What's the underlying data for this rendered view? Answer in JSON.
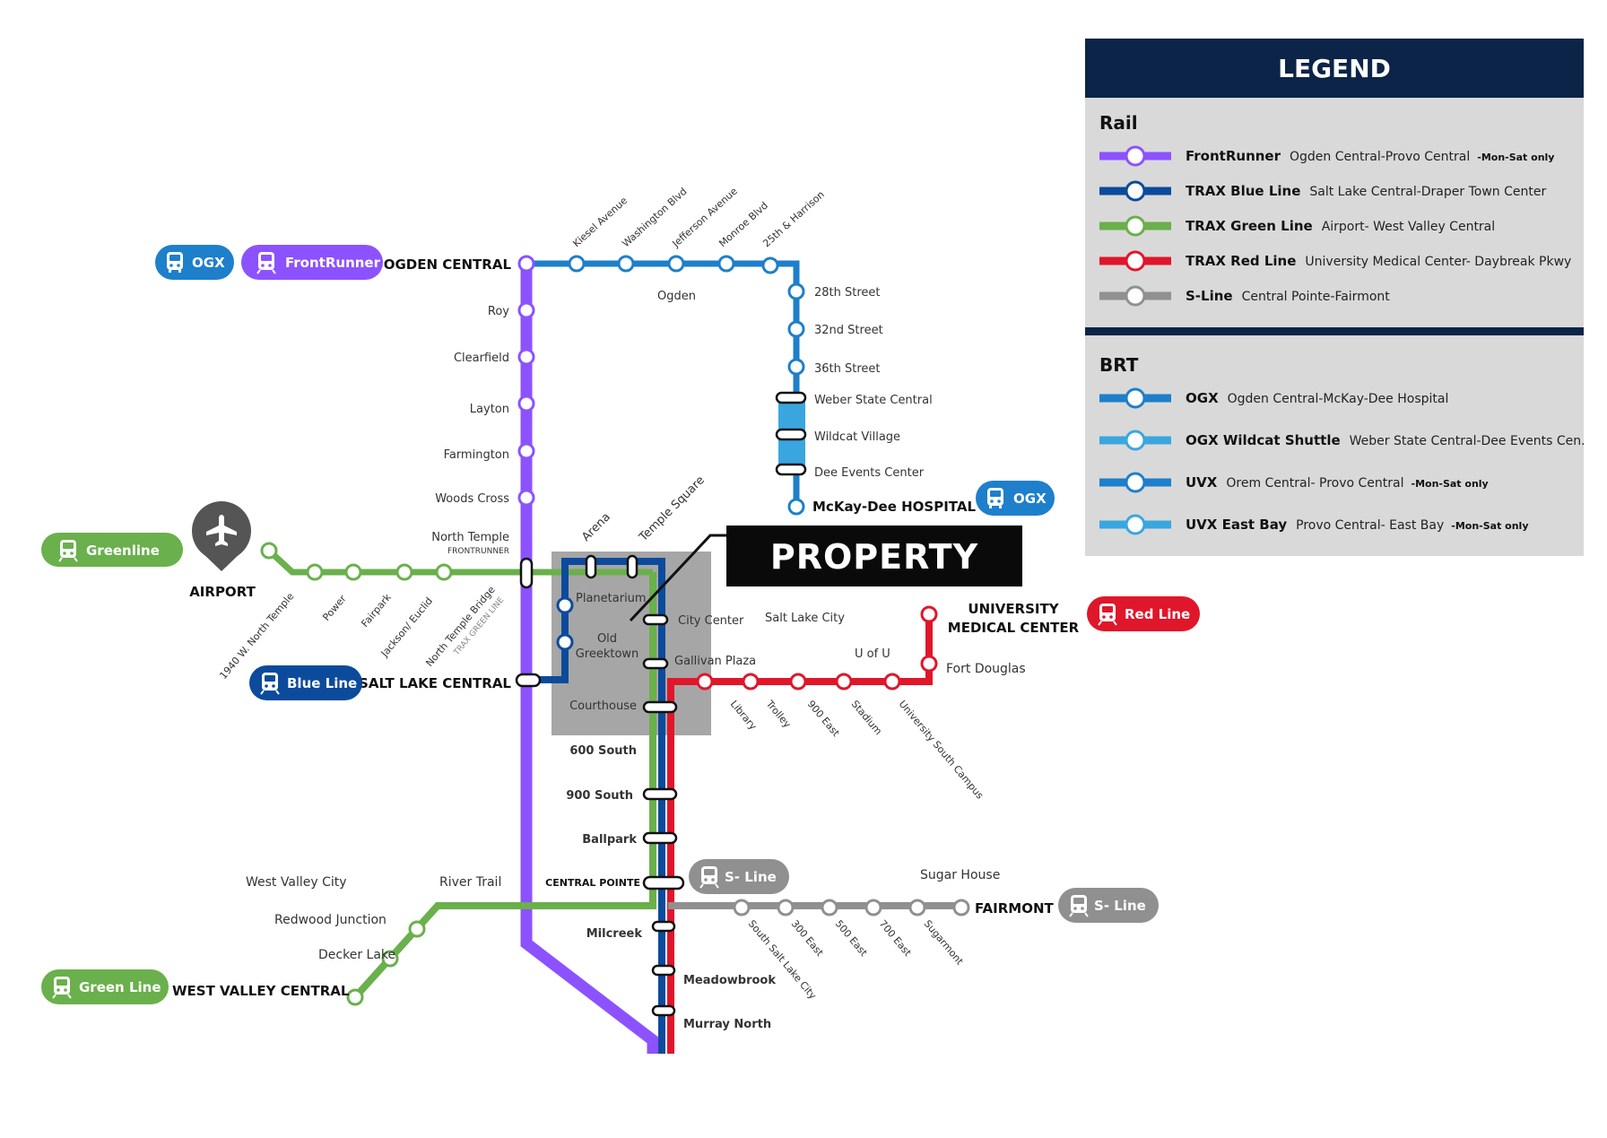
{
  "colors": {
    "frontrunner": "#8c52ff",
    "blue": "#0c4b9c",
    "green": "#6ab04c",
    "red": "#e0162b",
    "sline": "#909090",
    "ogx": "#1e7fcb",
    "ogx_shuttle": "#3aa6e0",
    "legend_header": "#0b2447",
    "legend_bg": "#d9d9d9",
    "property_bg": "#0a0a0a",
    "downtown_box": "#a6a6a6"
  },
  "pills": {
    "ogx_top": "OGX",
    "frontrunner": "FrontRunner",
    "greenline": "Greenline",
    "blue_line": "Blue Line",
    "ogx_right": "OGX",
    "red_line": "Red Line",
    "s_line_1": "S- Line",
    "s_line_2": "S- Line",
    "green_line_bottom": "Green Line"
  },
  "stations": {
    "ogden_central": "OGDEN CENTRAL",
    "roy": "Roy",
    "clearfield": "Clearfield",
    "layton": "Layton",
    "farmington": "Farmington",
    "woods_cross": "Woods Cross",
    "north_temple": "North Temple",
    "north_temple_sub": "FRONTRUNNER",
    "salt_lake_central": "SALT LAKE CENTRAL",
    "kiesel": "Kiesel Avenue",
    "washington": "Washington Blvd",
    "jefferson": "Jefferson Avenue",
    "monroe": "Monroe Blvd",
    "harrison": "25th & Harrison",
    "ogden_city": "Ogden",
    "st28": "28th Street",
    "st32": "32nd Street",
    "st36": "36th Street",
    "weber": "Weber State Central",
    "wildcat": "Wildcat Village",
    "dee": "Dee Events Center",
    "mckay": "McKay-Dee HOSPITAL",
    "airport": "AIRPORT",
    "w1940": "1940 W. North Temple",
    "power": "Power",
    "fairpark": "Fairpark",
    "jackson": "Jackson/ Euclid",
    "nt_bridge": "North Temple Bridge",
    "nt_bridge_sub": "TRAX GREEN LINE",
    "arena": "Arena",
    "temple_square": "Temple Square",
    "planetarium": "Planetarium",
    "old_greektown_1": "Old",
    "old_greektown_2": "Greektown",
    "city_center": "City Center",
    "gallivan": "Gallivan Plaza",
    "courthouse": "Courthouse",
    "slc": "Salt Lake City",
    "u_of_u": "U of U",
    "umc_1": "UNIVERSITY",
    "umc_2": "MEDICAL CENTER",
    "fort_douglas": "Fort Douglas",
    "library": "Library",
    "trolley": "Trolley",
    "e900": "900 East",
    "stadium": "Stadium",
    "usc": "University South Campus",
    "s600": "600 South",
    "s900": "900 South",
    "ballpark": "Ballpark",
    "central_pointe": "CENTRAL POINTE",
    "milcreek": "Milcreek",
    "meadowbrook": "Meadowbrook",
    "murray_north": "Murray North",
    "sugar_house": "Sugar House",
    "fairmont": "FAIRMONT",
    "ssl": "South Salt Lake City",
    "e300": "300 East",
    "e500": "500 East",
    "e700": "700 East",
    "sugarmont": "Sugarmont",
    "west_valley_city": "West Valley City",
    "river_trail": "River Trail",
    "redwood": "Redwood Junction",
    "decker": "Decker Lake",
    "wvc": "WEST VALLEY CENTRAL"
  },
  "property": "PROPERTY",
  "legend": {
    "title": "LEGEND",
    "rail_heading": "Rail",
    "brt_heading": "BRT",
    "rail": [
      {
        "name": "FrontRunner",
        "desc": "Ogden Central-Provo Central",
        "note": "-Mon-Sat only",
        "color": "#8c52ff"
      },
      {
        "name": "TRAX Blue Line",
        "desc": "Salt Lake Central-Draper Town Center",
        "note": "",
        "color": "#0c4b9c"
      },
      {
        "name": "TRAX Green Line",
        "desc": "Airport- West Valley Central",
        "note": "",
        "color": "#6ab04c"
      },
      {
        "name": "TRAX Red Line",
        "desc": "University Medical Center- Daybreak Pkwy",
        "note": "",
        "color": "#e0162b"
      },
      {
        "name": "S-Line",
        "desc": "Central Pointe-Fairmont",
        "note": "",
        "color": "#909090"
      }
    ],
    "brt": [
      {
        "name": "OGX",
        "desc": "Ogden Central-McKay-Dee Hospital",
        "note": "",
        "color": "#1e7fcb"
      },
      {
        "name": "OGX Wildcat Shuttle",
        "desc": "Weber State Central-Dee Events Cen.",
        "note": "",
        "color": "#3aa6e0"
      },
      {
        "name": "UVX",
        "desc": "Orem Central- Provo Central",
        "note": "-Mon-Sat only",
        "color": "#1e7fcb"
      },
      {
        "name": "UVX East Bay",
        "desc": "Provo Central- East Bay",
        "note": "-Mon-Sat only",
        "color": "#3aa6e0"
      }
    ]
  }
}
